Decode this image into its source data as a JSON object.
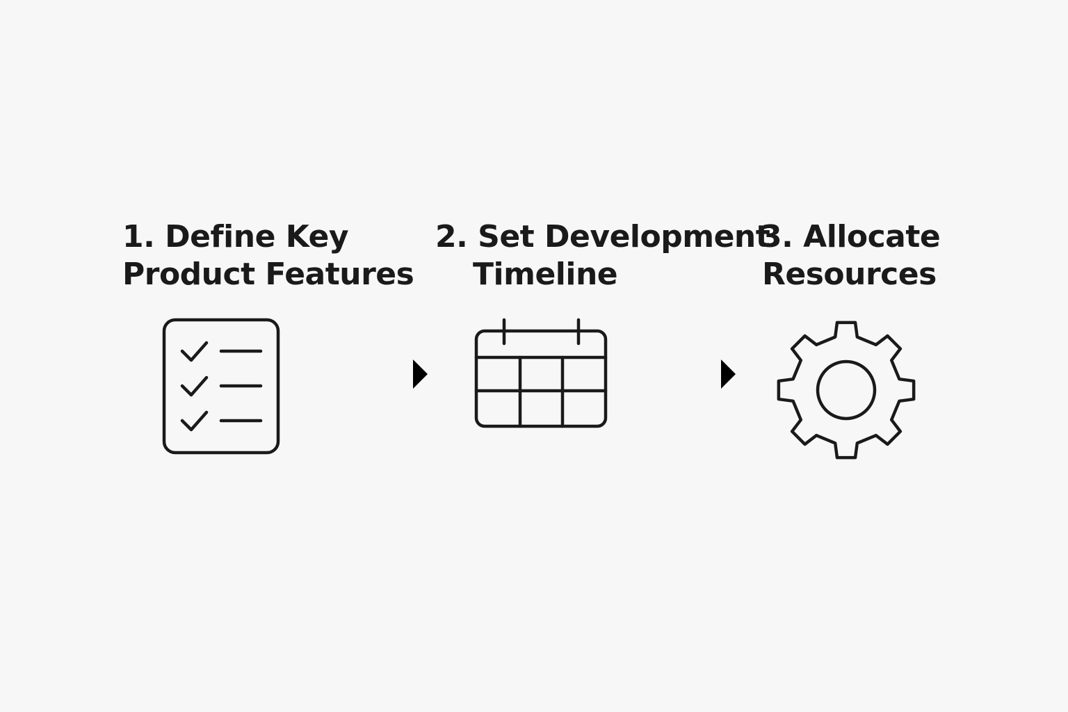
{
  "steps": [
    {
      "title_line1": "1. Define Key",
      "title_line2": "Product Features",
      "icon": "checklist-icon"
    },
    {
      "title_line1": "2. Set Development",
      "title_line2": "Timeline",
      "icon": "calendar-icon"
    },
    {
      "title_line1": "3. Allocate",
      "title_line2": "Resources",
      "icon": "gear-icon"
    }
  ],
  "connectors": [
    {
      "icon": "arrow-right-icon"
    },
    {
      "icon": "arrow-right-icon"
    }
  ],
  "colors": {
    "background": "#f7f7f7",
    "ink": "#1a1a1a"
  }
}
